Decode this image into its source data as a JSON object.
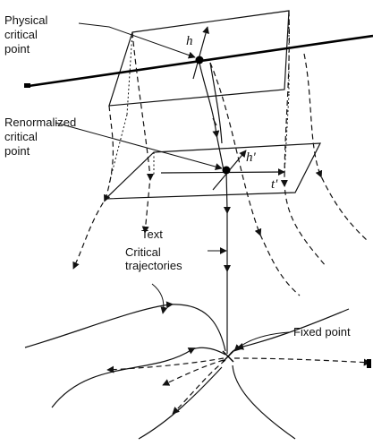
{
  "labels": {
    "physical_critical_point": [
      "Physical",
      "critical",
      "point"
    ],
    "renormalized_critical_point": [
      "Renormalized",
      "critical",
      "point"
    ],
    "text": "Text",
    "critical_trajectories": [
      "Critical",
      "trajectories"
    ],
    "fixed_point": "Fixed point",
    "h": "h",
    "h_prime": "h'",
    "t_prime": "t'"
  }
}
